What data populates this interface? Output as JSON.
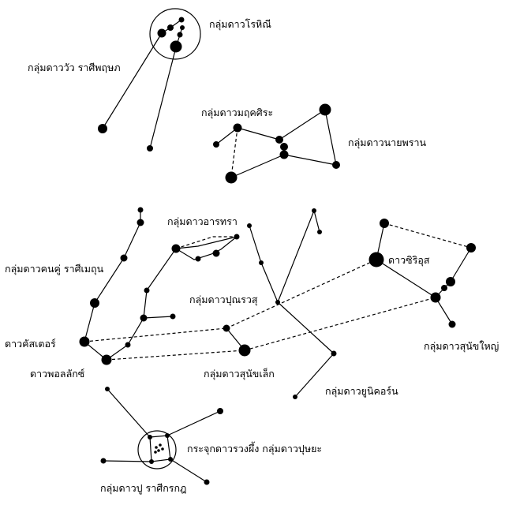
{
  "labels": {
    "rohini": "กลุ่มดาวโรหิณี",
    "taurus": "กลุ่มดาววัว ราศีพฤษภ",
    "mrigashira": "กลุ่มดาวมฤคศิระ",
    "orion": "กลุ่มดาวนายพราน",
    "ardra": "กลุ่มดาวอารทรา",
    "gemini": "กลุ่มดาวคนคู่ ราศีเมถุน",
    "punarvasu": "กลุ่มดาวปุณรวสุ",
    "sirius": "ดาวซิริอุส",
    "castor": "ดาวคัสเตอร์",
    "pollux": "ดาวพอลลักซ์",
    "canis_minor": "กลุ่มดาวสุนัขเล็ก",
    "canis_major": "กลุ่มดาวสุนัขใหญ่",
    "monoceros": "กลุ่มดาวยูนิคอร์น",
    "beehive_pushya": "กระจุกดาวรวงผึ้ง กลุ่มดาวปุษยะ",
    "cancer": "กลุ่มดาวปู ราศีกรกฎ"
  },
  "colors": {
    "ink": "#000000",
    "background": "#ffffff"
  }
}
